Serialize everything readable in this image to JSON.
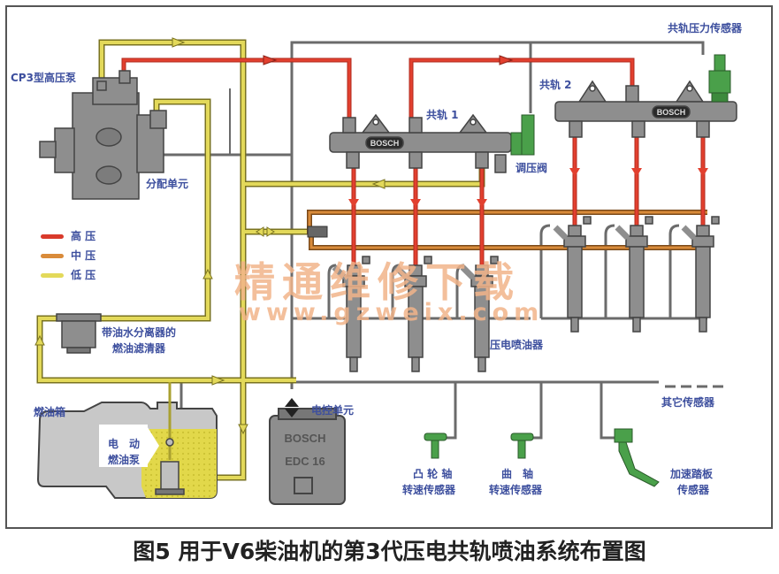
{
  "caption": "图5 用于V6柴油机的第3代压电共轨喷油系统布置图",
  "labels": {
    "hp_pump": "CP3型高压泵",
    "metering_unit": "分配单元",
    "rail_1": "共轨 1",
    "rail_2": "共轨 2",
    "rail_pressure_sensor": "共轨压力传感器",
    "pressure_control_valve": "调压阀",
    "piezo_injectors": "压电喷油器",
    "fuel_filter_line1": "带油水分离器的",
    "fuel_filter_line2": "燃油滤清器",
    "fuel_tank": "燃油箱",
    "electric_pump_line1": "电　动",
    "electric_pump_line2": "燃油泵",
    "ecu": "电控单元",
    "ecu_brand": "BOSCH",
    "ecu_model": "EDC 16",
    "rail_brand": "BOSCH",
    "other_sensors": "其它传感器",
    "camshaft_sensor_line1": "凸 轮 轴",
    "camshaft_sensor_line2": "转速传感器",
    "crankshaft_sensor_line1": "曲　轴",
    "crankshaft_sensor_line2": "转速传感器",
    "pedal_sensor_line1": "加速踏板",
    "pedal_sensor_line2": "传感器"
  },
  "legend": [
    {
      "label": "高 压",
      "color": "#d93a2b"
    },
    {
      "label": "中 压",
      "color": "#d98b3a"
    },
    {
      "label": "低 压",
      "color": "#e3d95a"
    }
  ],
  "watermark": {
    "title": "精通维修下载",
    "url": "www.gzweix.com"
  },
  "colors": {
    "high_pressure": "#d93a2b",
    "medium_pressure": "#d98b3a",
    "low_pressure": "#e3d95a",
    "signal_wire": "#6b6b6b",
    "component_grey": "#8e8e8e",
    "sensor_green": "#4aa04a",
    "label_blue": "#3d4f9e"
  }
}
